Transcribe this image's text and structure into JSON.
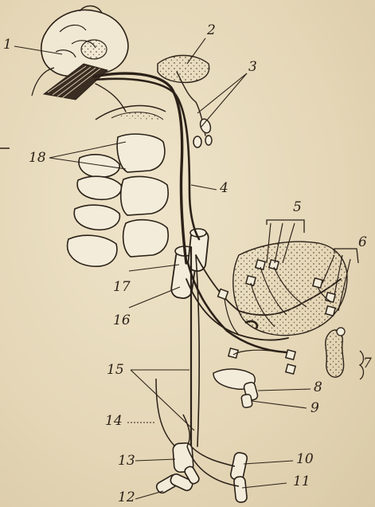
{
  "labels": {
    "l1": "1",
    "l2": "2",
    "l3": "3",
    "l4": "4",
    "l5": "5",
    "l6": "6",
    "l7": "7",
    "l8": "8",
    "l9": "9",
    "l10": "10",
    "l11": "11",
    "l12": "12",
    "l13": "13",
    "l14": "14",
    "l15": "15",
    "l16": "16",
    "l17": "17",
    "l18": "18"
  },
  "colors": {
    "paper": "#e6d9bd",
    "ink": "#2b2118",
    "tissue_fill": "#f3ecda"
  }
}
